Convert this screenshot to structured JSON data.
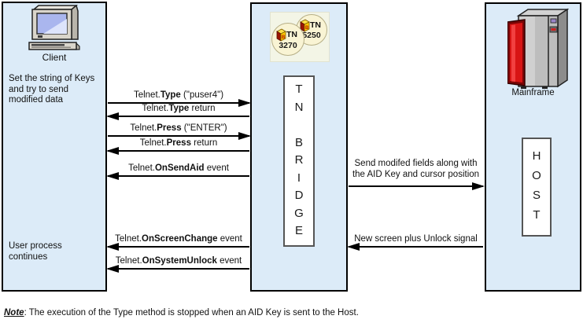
{
  "client": {
    "title": "Client",
    "top_text": "Set the string of Keys\nand try to send\nmodified data",
    "bottom_text": "User process\ncontinues"
  },
  "bridge": {
    "box_letters": "T\nN\n\nB\nR\nI\nD\nG\nE",
    "icon_tn3270": {
      "name": "TN",
      "number": "3270"
    },
    "icon_tn5250": {
      "name": "TN",
      "number": "5250"
    }
  },
  "mainframe": {
    "title": "Mainframe",
    "host_letters": "H\nO\nS\nT"
  },
  "client_bridge_messages": [
    {
      "pre": "Telnet.",
      "bold": "Type",
      "post": " (\"puser4\")",
      "direction": "right"
    },
    {
      "pre": "Telnet.",
      "bold": "Type",
      "post": " return",
      "direction": "left"
    },
    {
      "pre": "Telnet.",
      "bold": "Press",
      "post": " (\"ENTER\")",
      "direction": "right"
    },
    {
      "pre": "Telnet.",
      "bold": "Press",
      "post": " return",
      "direction": "left"
    },
    {
      "pre": "Telnet.",
      "bold": "OnSendAid",
      "post": " event",
      "direction": "left"
    },
    {
      "pre": "Telnet.",
      "bold": "OnScreenChange",
      "post": " event",
      "direction": "left"
    },
    {
      "pre": "Telnet.",
      "bold": "OnSystemUnlock",
      "post": " event",
      "direction": "left"
    }
  ],
  "bridge_host_messages": [
    {
      "text": "Send modifed fields along with\nthe AID Key and cursor position",
      "direction": "right"
    },
    {
      "text": "New screen plus Unlock signal",
      "direction": "left"
    }
  ],
  "note": {
    "label": "Note",
    "text": ": The execution of the Type method is stopped when an AID Key is sent to the Host."
  },
  "colors": {
    "panel_background": "#dcebf8",
    "panel_border": "#000000",
    "inner_box_background": "#ffffff",
    "tn_circle_background": "#f9f4d4",
    "mainframe_door_red": "#d81414",
    "arrow_black": "#000000"
  }
}
